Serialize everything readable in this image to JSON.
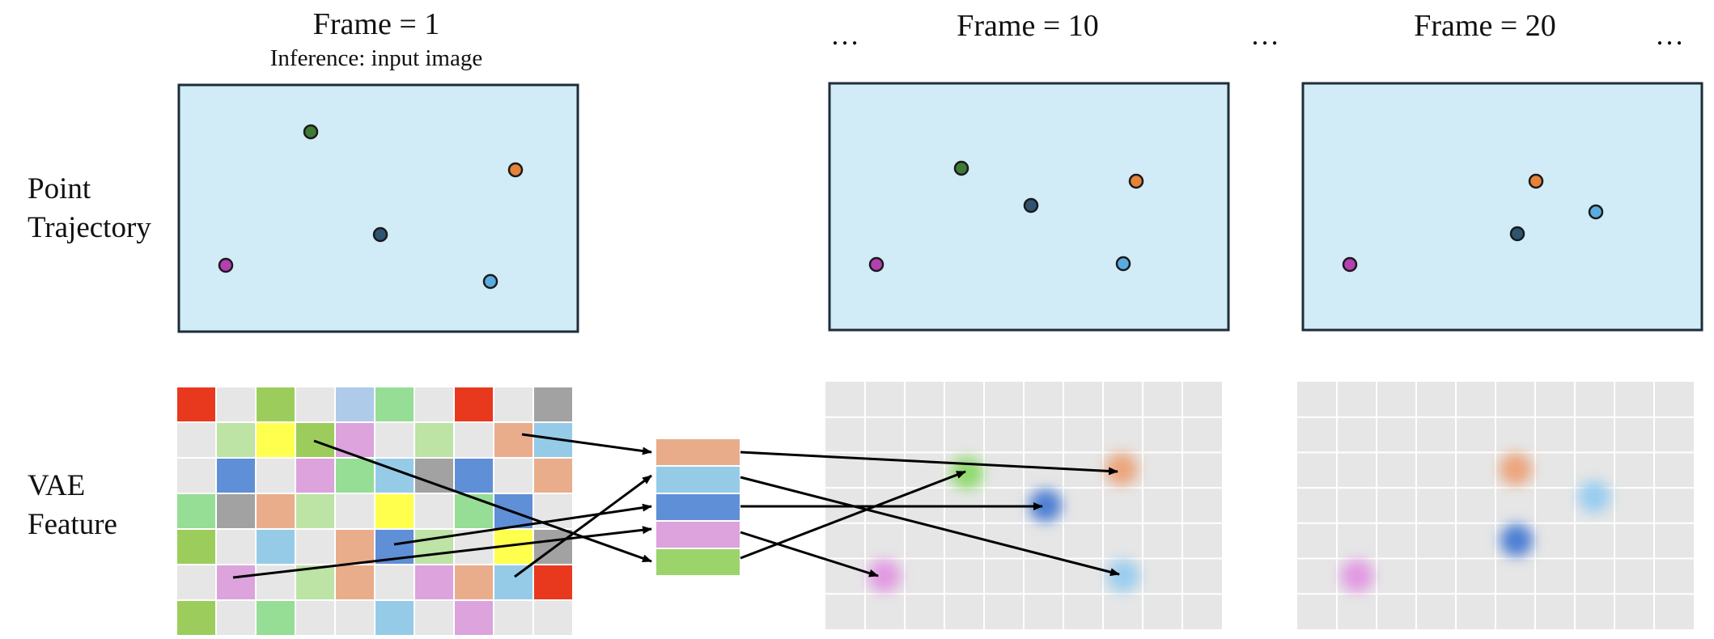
{
  "frames": [
    {
      "title": "Frame = 1",
      "subtitle": "Inference: input image"
    },
    {
      "title": "Frame = 10"
    },
    {
      "title": "Frame = 20"
    }
  ],
  "ellipsis": "…",
  "row_labels": {
    "trajectory_line1": "Point",
    "trajectory_line2": "Trajectory",
    "feature_line1": "VAE",
    "feature_line2": "Feature"
  },
  "colors": {
    "panel_fill": "#d1ebf7",
    "panel_stroke": "#1d2d3a",
    "grid_bg": "#e6e6e6",
    "grid_line": "#ffffff",
    "arrow": "#000000",
    "magenta": "#b33fb0",
    "green": "#3f7a34",
    "navy": "#2f5470",
    "orange": "#e5833a",
    "lightblue": "#5aace0"
  },
  "points": [
    "magenta",
    "green",
    "navy",
    "orange",
    "lightblue"
  ],
  "feature_tokens": [
    "orange",
    "lightblue",
    "navy",
    "magenta",
    "green"
  ]
}
